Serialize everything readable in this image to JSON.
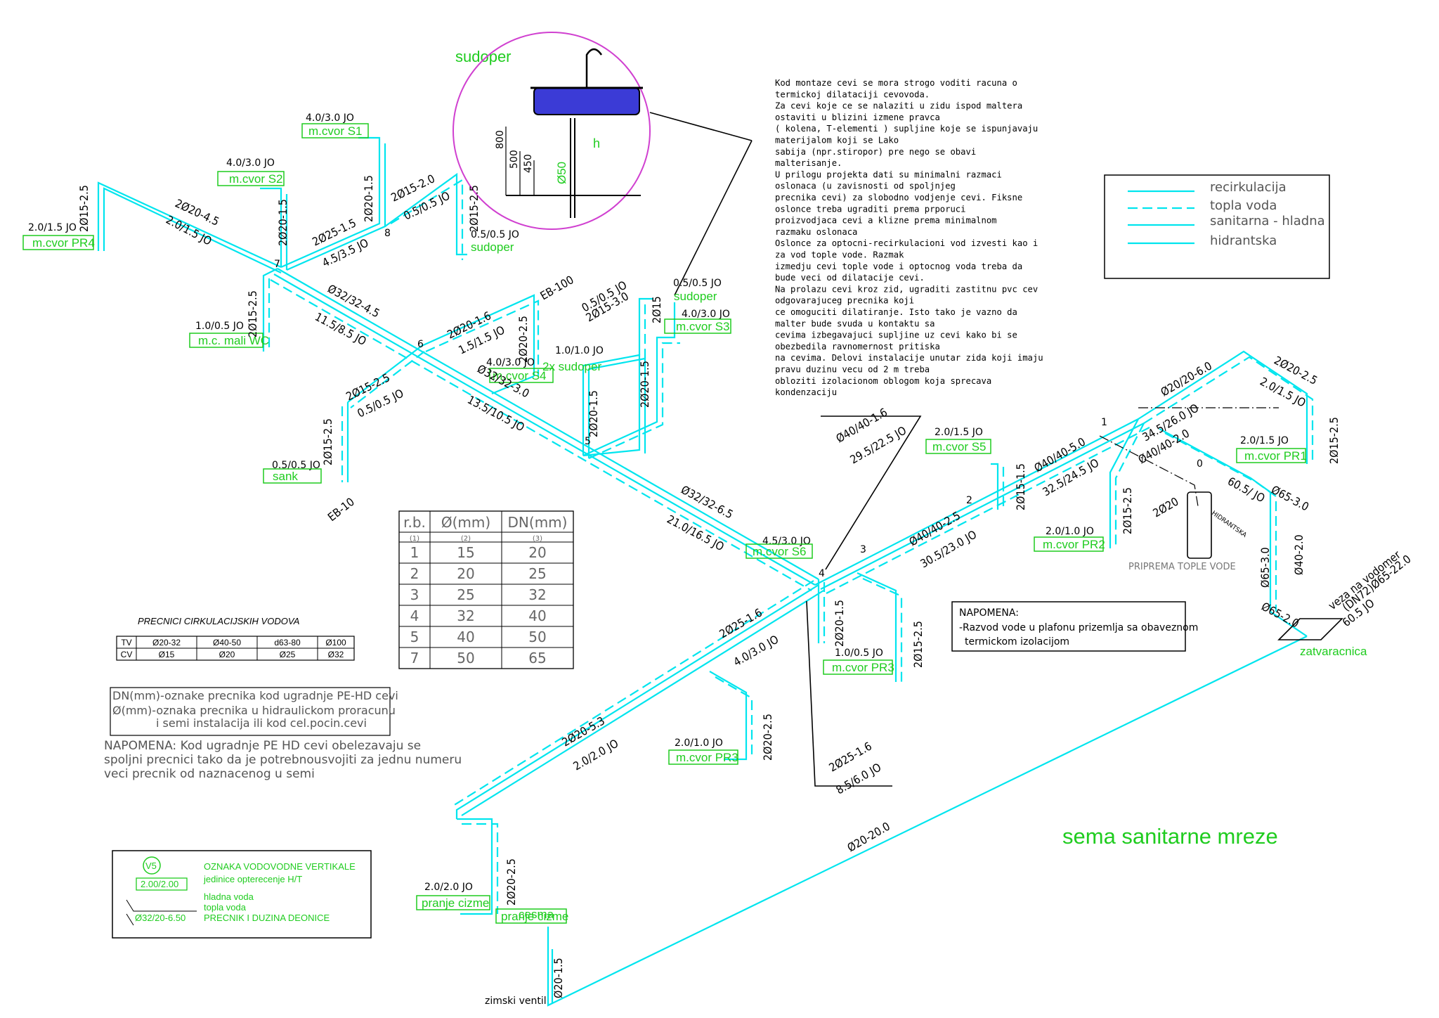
{
  "title": "sema sanitarne mreze",
  "sink_detail": {
    "title": "sudoper",
    "dims": [
      "800",
      "500",
      "450"
    ],
    "pipe": "Ø50",
    "marker": "h"
  },
  "notes": [
    "Kod montaze cevi se mora strogo voditi racuna o",
    "termickoj dilataciji cevovoda.",
    "Za cevi koje ce se nalaziti u zidu ispod maltera",
    "ostaviti u blizini izmene pravca",
    "( kolena, T-elementi ) supljine koje se ispunjavaju",
    "materijalom koji se Lako",
    "sabija (npr.stiropor) pre nego se obavi",
    "malterisanje.",
    "U prilogu projekta dati su minimalni razmaci",
    "oslonaca (u zavisnosti od spoljnjeg",
    "precnika cevi) za slobodno vodjenje cevi. Fiksne",
    "oslonce treba ugraditi prema prporuci",
    "proizvodjaca cevi a klizne prema minimalnom",
    "razmaku oslonaca",
    "Oslonce za optocni-recirkulacioni vod izvesti kao i",
    "za vod tople vode. Razmak",
    "izmedju cevi tople vode i optocnog voda treba da",
    "bude veci od dilatacije cevi.",
    "Na prolazu cevi kroz zid, ugraditi zastitnu pvc cev",
    "odgovarajuceg precnika koji",
    "ce omoguciti dilatiranje. Isto tako je vazno da",
    "malter bude svuda u kontaktu sa",
    "cevima izbegavajuci supljine uz cevi kako bi se",
    "obezbedila ravnomernost pritiska",
    "na cevima. Delovi instalacije unutar zida koji imaju",
    "pravu duzinu vecu od 2 m treba",
    "obloziti izolacionom oblogom koja sprecava",
    "kondenzaciju"
  ],
  "legend": [
    "recirkulacija",
    "topla voda",
    "sanitarna - hladna",
    "hidrantska"
  ],
  "napomena_box": {
    "title": "NAPOMENA:",
    "lines": [
      "-Razvod vode u plafonu prizemlja sa obaveznom",
      "termickom izolacijom"
    ]
  },
  "dn_table": {
    "headers": [
      "r.b.",
      "Ø(mm)",
      "DN(mm)"
    ],
    "subheaders": [
      "(1)",
      "(2)",
      "(3)"
    ],
    "rows": [
      [
        "1",
        "15",
        "20"
      ],
      [
        "2",
        "20",
        "25"
      ],
      [
        "3",
        "25",
        "32"
      ],
      [
        "4",
        "32",
        "40"
      ],
      [
        "5",
        "40",
        "50"
      ],
      [
        "7",
        "50",
        "65"
      ]
    ]
  },
  "circ_table": {
    "title": "PRECNICI CIRKULACIJSKIH VODOVA",
    "rows": [
      [
        "TV",
        "Ø20-32",
        "Ø40-50",
        "d63-80",
        "Ø100"
      ],
      [
        "CV",
        "Ø15",
        "Ø20",
        "Ø25",
        "Ø32"
      ]
    ]
  },
  "dn_note": [
    "DN(mm)-oznake precnika kod ugradnje PE-HD cevi",
    "Ø(mm)-oznaka precnika u hidraulickom proracunu",
    "i semi instalacija ili kod cel.pocin.cevi"
  ],
  "napomena2": [
    "NAPOMENA: Kod ugradnje PE HD cevi obelezavaju se",
    "spoljni precnici tako da je potrebnousvojiti za jednu numeru",
    "veci precnik od naznacenog u semi"
  ],
  "key_box": {
    "badge": "V5",
    "units": "2.00/2.00",
    "sample": "Ø32/20-6.50",
    "lines": [
      "OZNAKA VODOVODNE VERTIKALE",
      "jedinice opterecenje H/T",
      "hladna voda",
      "topla voda",
      "PRECNIK I DUZINA DEONICE"
    ]
  },
  "fixtures": [
    {
      "id": "PR4",
      "label": "m.cvor PR4",
      "load": "2.0/1.5 JO"
    },
    {
      "id": "S2",
      "label": "m.cvor S2",
      "load": "4.0/3.0 JO"
    },
    {
      "id": "S1",
      "label": "m.cvor S1",
      "load": "4.0/3.0 JO"
    },
    {
      "id": "sud1",
      "label": "sudoper",
      "load": "0.5/0.5 JO"
    },
    {
      "id": "wc",
      "label": "m.c. mali WC",
      "load": "1.0/0.5 JO"
    },
    {
      "id": "sank",
      "label": "sank",
      "load": "0.5/0.5 JO"
    },
    {
      "id": "S4",
      "label": "m.cvor S4",
      "load": "4.0/3.0 JO"
    },
    {
      "id": "sud2",
      "label": "2x sudoper",
      "load": "1.0/1.0 JO"
    },
    {
      "id": "sud3",
      "label": "sudoper",
      "load": "0.5/0.5 JO"
    },
    {
      "id": "S3",
      "label": "m.cvor S3",
      "load": "4.0/3.0 JO"
    },
    {
      "id": "S6",
      "label": "m.cvor S6",
      "load": "4.5/3.0 JO"
    },
    {
      "id": "S5",
      "label": "m.cvor S5",
      "load": "2.0/1.5 JO"
    },
    {
      "id": "PR1",
      "label": "m.cvor PR1",
      "load": "2.0/1.5 JO"
    },
    {
      "id": "PR2",
      "label": "m.cvor PR2",
      "load": "2.0/1.0 JO"
    },
    {
      "id": "PR3a",
      "label": "m.cvor PR3",
      "load": "1.0/0.5 JO"
    },
    {
      "id": "PR3b",
      "label": "m.cvor PR3",
      "load": "2.0/1.0 JO"
    },
    {
      "id": "pc1",
      "label": "pranje cizme",
      "load": "2.0/2.0 JO"
    },
    {
      "id": "pc2",
      "label": "pranje cizme",
      "load": ""
    }
  ],
  "pipe_labels": {
    "p1": "2Ø15-2.5",
    "p2": "2Ø20-4.5",
    "p3": "2.0/1.5 JO",
    "p4": "2Ø20-1.5",
    "p5": "2Ø20-1.5",
    "p6": "2Ø25-1.5",
    "p7": "4.5/3.5 JO",
    "p8": "2Ø15-2.0",
    "p9": "0.5/0.5 JO",
    "p10": "2Ø15-2.5",
    "p11": "2Ø15-2.5",
    "p12": "Ø32/32-4.5",
    "p13": "11.5/8.5 JO",
    "p14": "2Ø20-1.6",
    "p15": "1.5/1.5 JO",
    "p16": "EB-100",
    "p17": "0.5/0.5 JO",
    "p18": "2Ø15-3.0",
    "p19": "2Ø15",
    "p20": "2Ø20-2.5",
    "p21": "2Ø15-2.5",
    "p22": "0.5/0.5 JO",
    "p23": "2Ø15-2.5",
    "p24": "EB-10",
    "p25": "Ø32/32-3.0",
    "p26": "13.5/10.5 JO",
    "p27": "2Ø20-1.5",
    "p28": "2Ø20-1.5",
    "p29": "Ø32/32-6.5",
    "p30": "21.0/16.5 JO",
    "p31": "Ø40/40-1.6",
    "p32": "29.5/22.5 JO",
    "p33": "2Ø15-1.5",
    "p34": "Ø40/40-5.0",
    "p35": "32.5/24.5 JO",
    "p36": "Ø40/40-2.5",
    "p37": "30.5/23.0 JO",
    "p38": "Ø20/20-6.0",
    "p39": "2Ø20-2.5",
    "p40": "2.0/1.5 JO",
    "p41": "2Ø15-2.5",
    "p42": "34.5/26.0 JO",
    "p43": "Ø40/40-2.0",
    "p44": "60.5/ JO",
    "p45": "Ø65-3.0",
    "p46": "2Ø20",
    "p47": "2Ø15-2.5",
    "p48": "Ø65-3.0",
    "p49": "Ø40-2.0",
    "p50": "Ø65-2.0",
    "p51": "veza na vodomer",
    "p52": "(DN72)Ø65-22.0",
    "p53": "60.5 JO",
    "p54": "2Ø20-1.5",
    "p55": "2Ø15-2.5",
    "p56": "2Ø25-1.6",
    "p57": "4.0/3.0 JO",
    "p58": "2Ø20-2.5",
    "p59": "2Ø25-1.6",
    "p60": "8.5/6.0 JO",
    "p61": "2Ø20-5.3",
    "p62": "2.0/2.0 JO",
    "p63": "2Ø20-2.5",
    "p64": "Ø20-20.0",
    "p65": "Ø20-1.5"
  },
  "misc": {
    "cesma": "cesma",
    "zimski": "zimski ventil",
    "zatvaracnica": "zatvaracnica",
    "priprema": "PRIPREMA TOPLE VODE",
    "hidrantska": "HIDRANTSKA",
    "nodes": [
      "7",
      "8",
      "6",
      "5",
      "4",
      "3",
      "2",
      "1",
      "0"
    ]
  }
}
